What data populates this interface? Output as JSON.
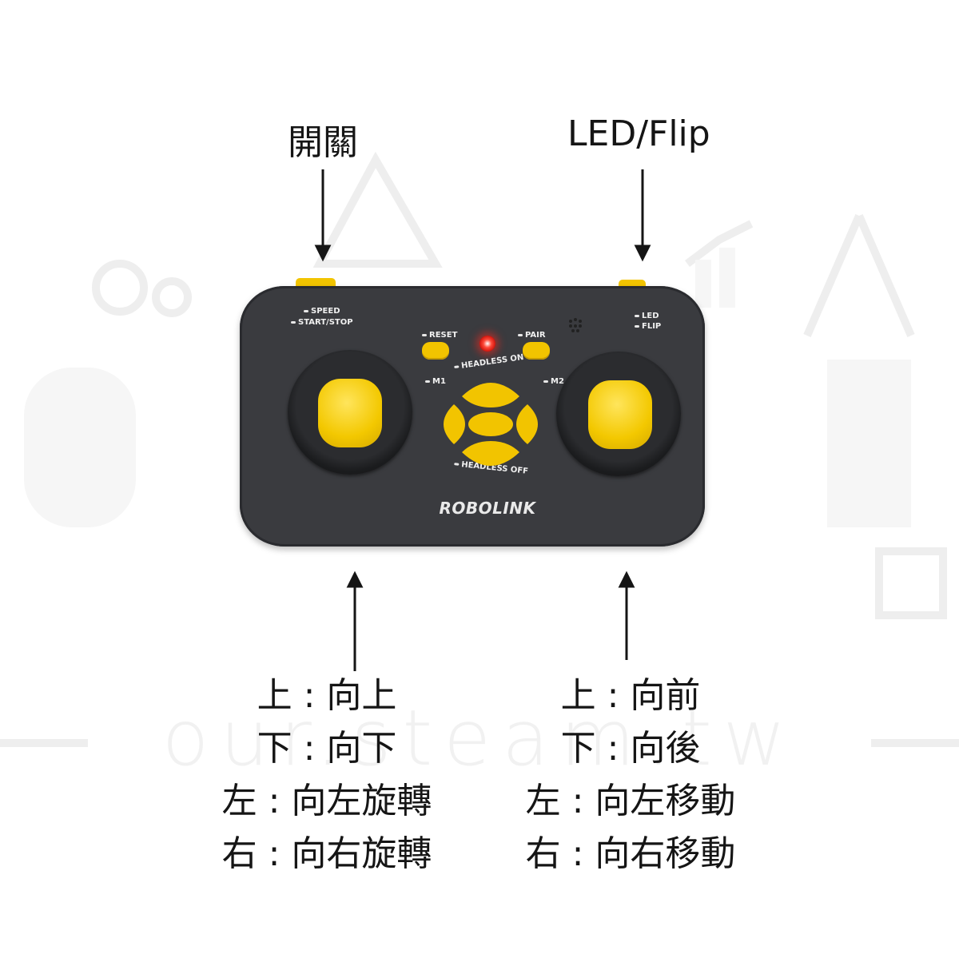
{
  "callouts": {
    "power": "開關",
    "led_flip": "LED/Flip"
  },
  "left_stick": [
    "上 : 向上",
    "下 : 向下",
    "左 : 向左旋轉",
    "右 : 向右旋轉"
  ],
  "right_stick": [
    "上 : 向前",
    "下 : 向後",
    "左 : 向左移動",
    "右 : 向右移動"
  ],
  "controller": {
    "brand": "ROBOLINK",
    "speed": "SPEED",
    "start_stop": "START/STOP",
    "led": "LED",
    "flip": "FLIP",
    "reset": "RESET",
    "pair": "PAIR",
    "headless_on": "HEADLESS ON",
    "headless_off": "HEADLESS OFF",
    "m1": "M1",
    "m2": "M2",
    "colors": {
      "body": "#3a3b3f",
      "accent": "#f2c400",
      "led": "#ff3a2a"
    }
  },
  "watermark": "our.steam.tw"
}
